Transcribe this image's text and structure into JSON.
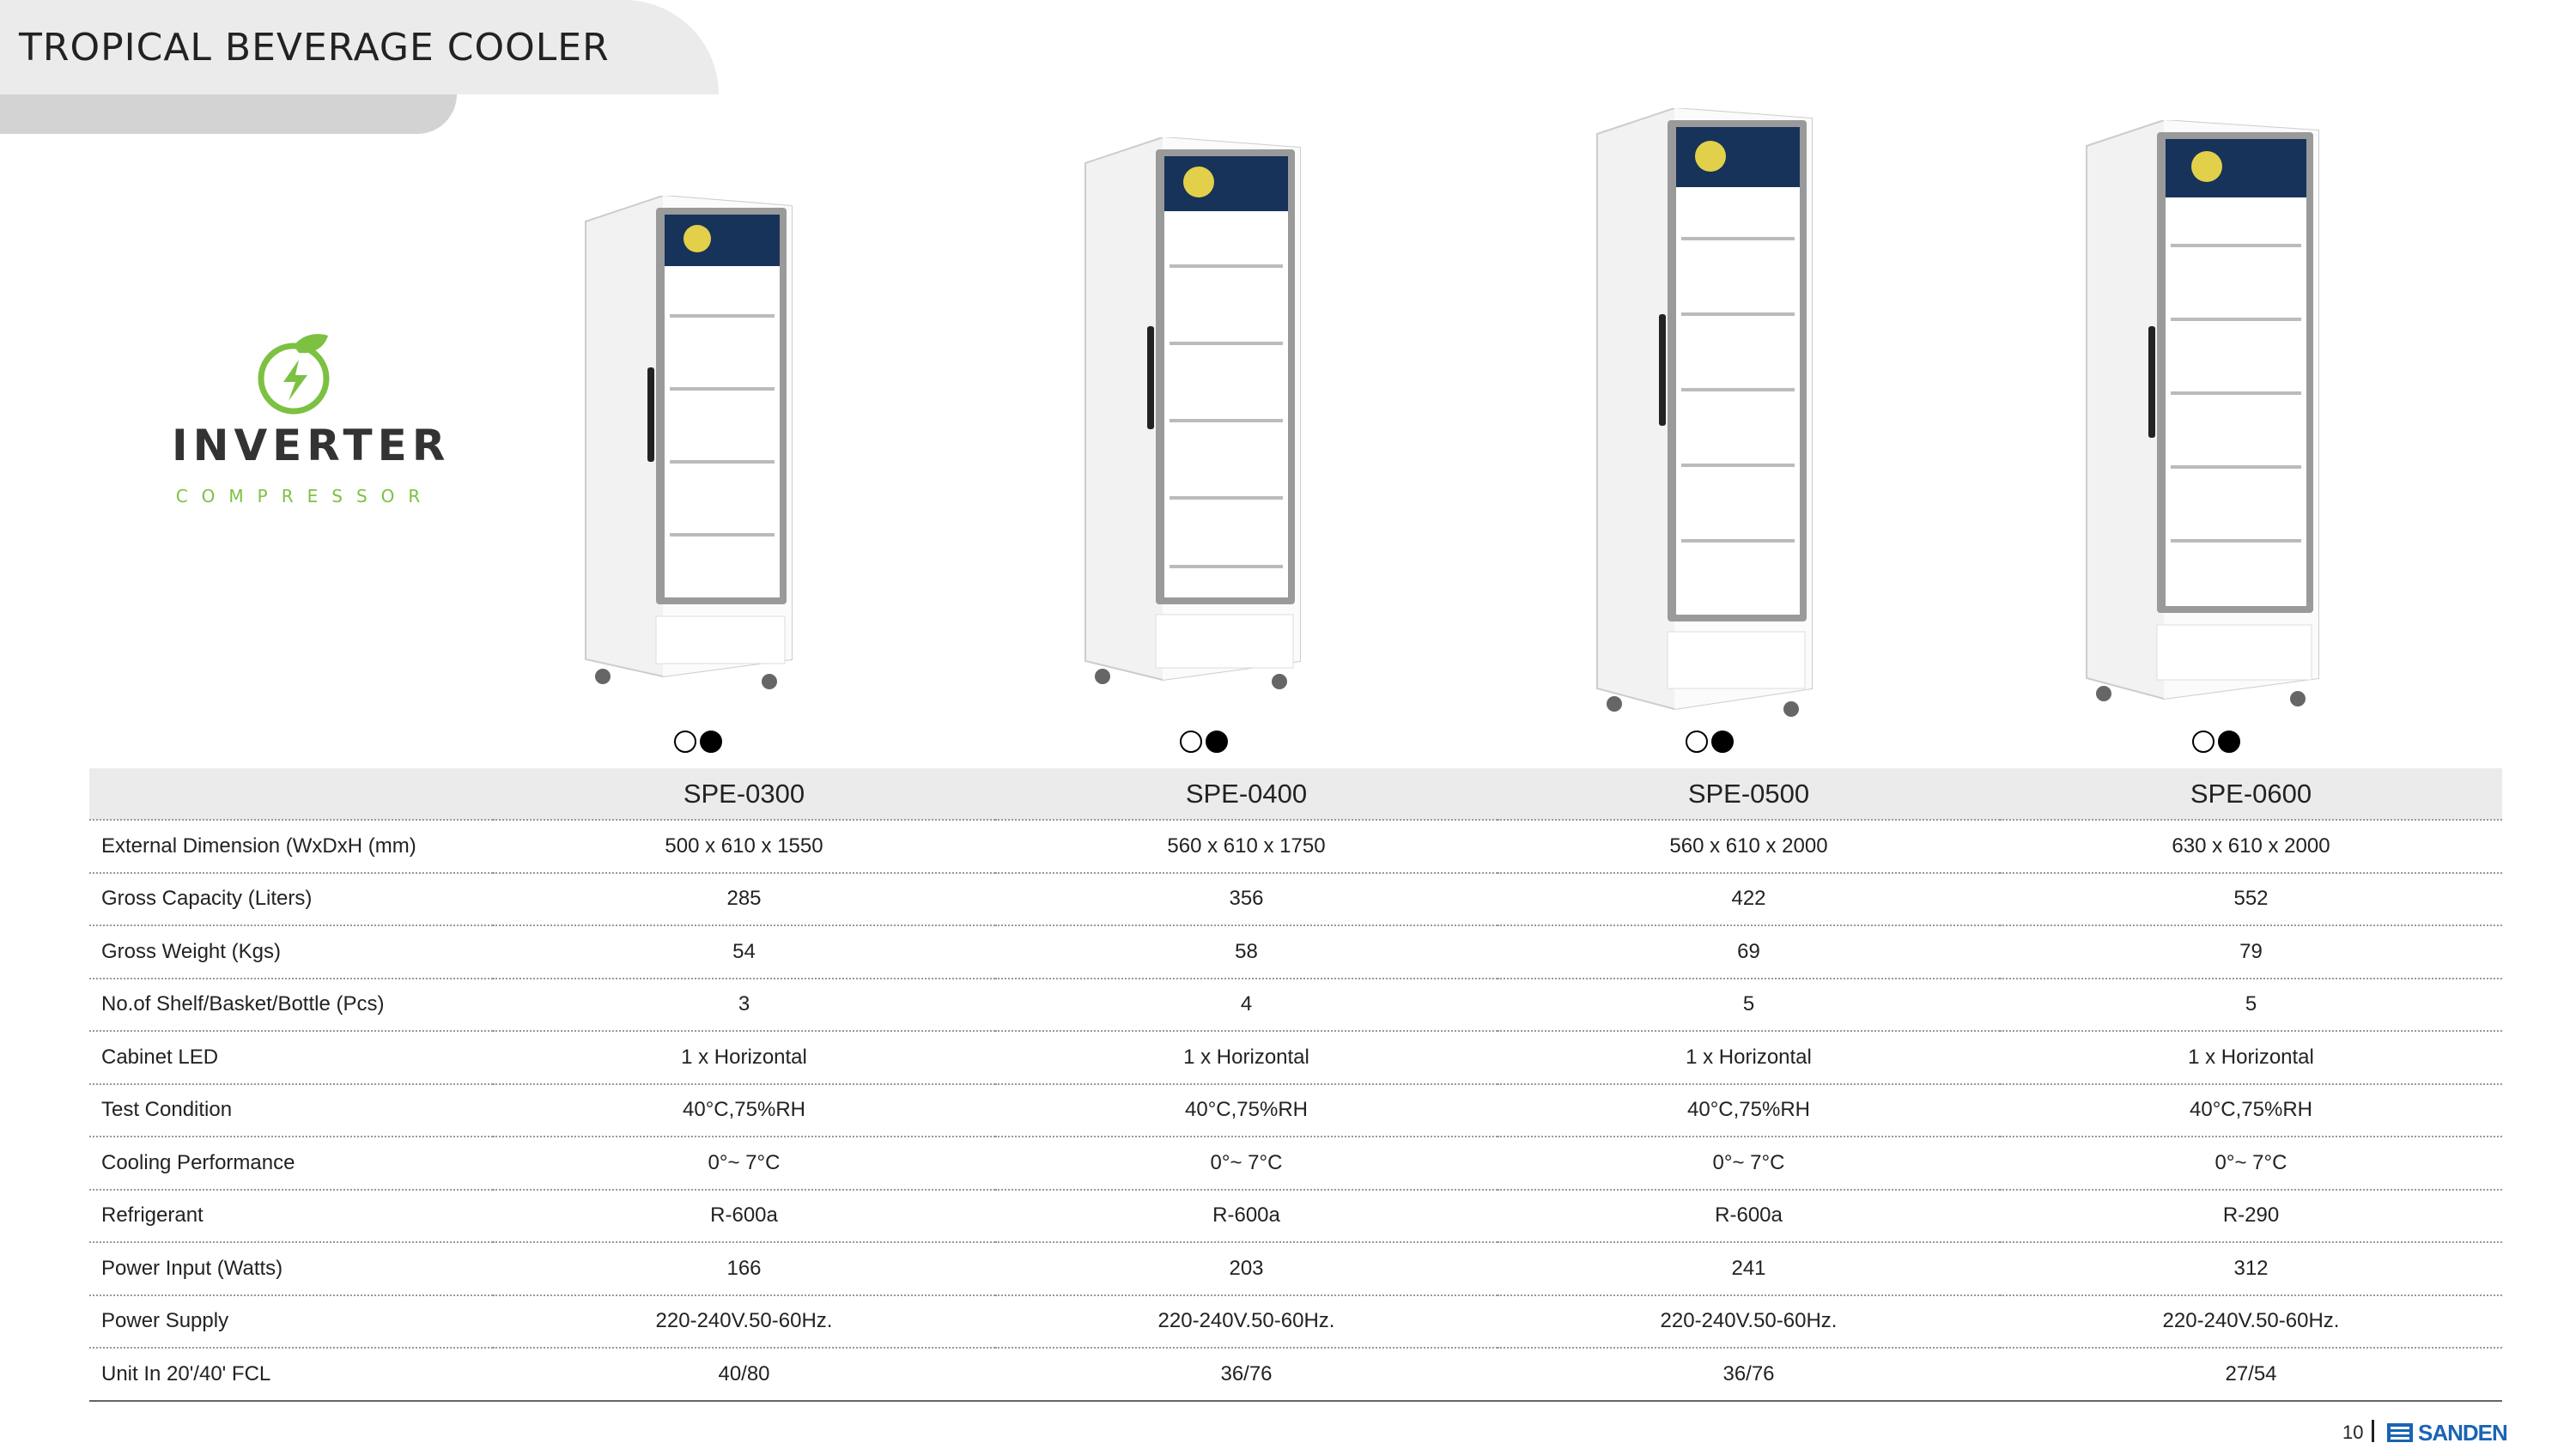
{
  "header": {
    "title": "TROPICAL BEVERAGE COOLER"
  },
  "badge": {
    "word": "INVERTER",
    "sub": "COMPRESSOR",
    "accent": "#7cc142"
  },
  "table": {
    "models": [
      "SPE-0300",
      "SPE-0400",
      "SPE-0500",
      "SPE-0600"
    ],
    "rows": [
      {
        "label": "External Dimension (WxDxH (mm)",
        "values": [
          "500 x 610 x 1550",
          "560 x 610 x 1750",
          "560 x 610 x 2000",
          "630 x 610 x 2000"
        ]
      },
      {
        "label": "Gross Capacity (Liters)",
        "values": [
          "285",
          "356",
          "422",
          "552"
        ]
      },
      {
        "label": "Gross Weight (Kgs)",
        "values": [
          "54",
          "58",
          "69",
          "79"
        ]
      },
      {
        "label": "No.of Shelf/Basket/Bottle (Pcs)",
        "values": [
          "3",
          "4",
          "5",
          "5"
        ]
      },
      {
        "label": "Cabinet LED",
        "values": [
          "1 x Horizontal",
          "1 x Horizontal",
          "1 x Horizontal",
          "1 x Horizontal"
        ]
      },
      {
        "label": "Test Condition",
        "values": [
          "40°C,75%RH",
          "40°C,75%RH",
          "40°C,75%RH",
          "40°C,75%RH"
        ]
      },
      {
        "label": "Cooling Performance",
        "values": [
          "0°~ 7°C",
          "0°~ 7°C",
          "0°~ 7°C",
          "0°~ 7°C"
        ]
      },
      {
        "label": "Refrigerant",
        "values": [
          "R-600a",
          "R-600a",
          "R-600a",
          "R-290"
        ]
      },
      {
        "label": "Power Input (Watts)",
        "values": [
          "166",
          "203",
          "241",
          "312"
        ]
      },
      {
        "label": "Power Supply",
        "values": [
          "220-240V.50-60Hz.",
          "220-240V.50-60Hz.",
          "220-240V.50-60Hz.",
          "220-240V.50-60Hz."
        ]
      },
      {
        "label": "Unit In 20'/40' FCL",
        "values": [
          "40/80",
          "36/76",
          "36/76",
          "27/54"
        ]
      }
    ]
  },
  "colors": {
    "options": [
      "white",
      "black"
    ]
  },
  "footer": {
    "page": "10",
    "brand": "SANDEN",
    "brand_color": "#1a64b3"
  }
}
